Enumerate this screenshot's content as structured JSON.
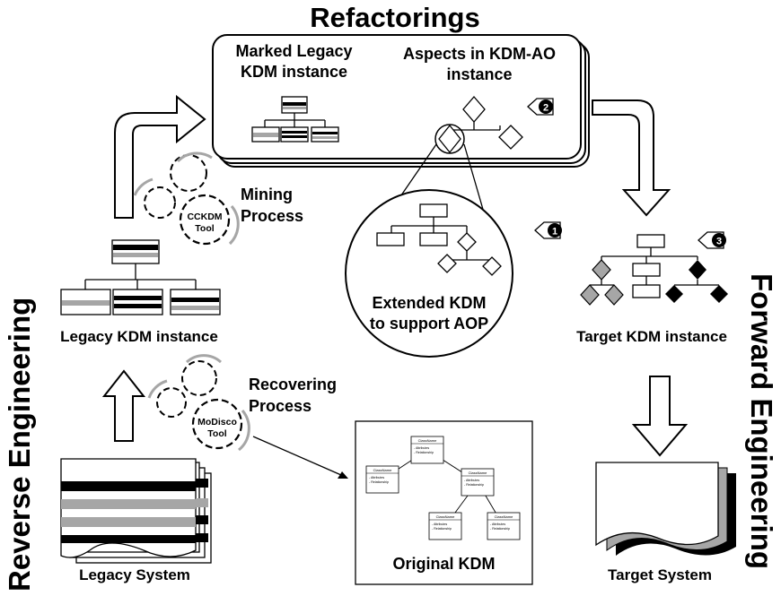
{
  "title": "Refactorings",
  "marked_legacy": "Marked Legacy\nKDM instance",
  "aspects": "Aspects in KDM-AO\ninstance",
  "mining": "Mining\nProcess",
  "cckdm_tool": "CCKDM\nTool",
  "legacy_kdm_instance": "Legacy KDM instance",
  "extended_kdm": "Extended KDM\nto support AOP",
  "target_kdm_instance": "Target KDM instance",
  "recovering": "Recovering\nProcess",
  "modisco_tool": "MoDisco\nTool",
  "legacy_system": "Legacy System",
  "original_kdm": "Original KDM",
  "target_system": "Target System",
  "reverse_engineering": "Reverse Engineering",
  "forward_engineering": "Forward Engineering",
  "step_numbers": [
    "1",
    "2",
    "3"
  ],
  "uml_class": {
    "name": "ClassName",
    "attrs": "- Attributes\n- Relationship"
  },
  "colors": {
    "black": "#000000",
    "gray": "#a6a6a6",
    "white": "#ffffff"
  }
}
